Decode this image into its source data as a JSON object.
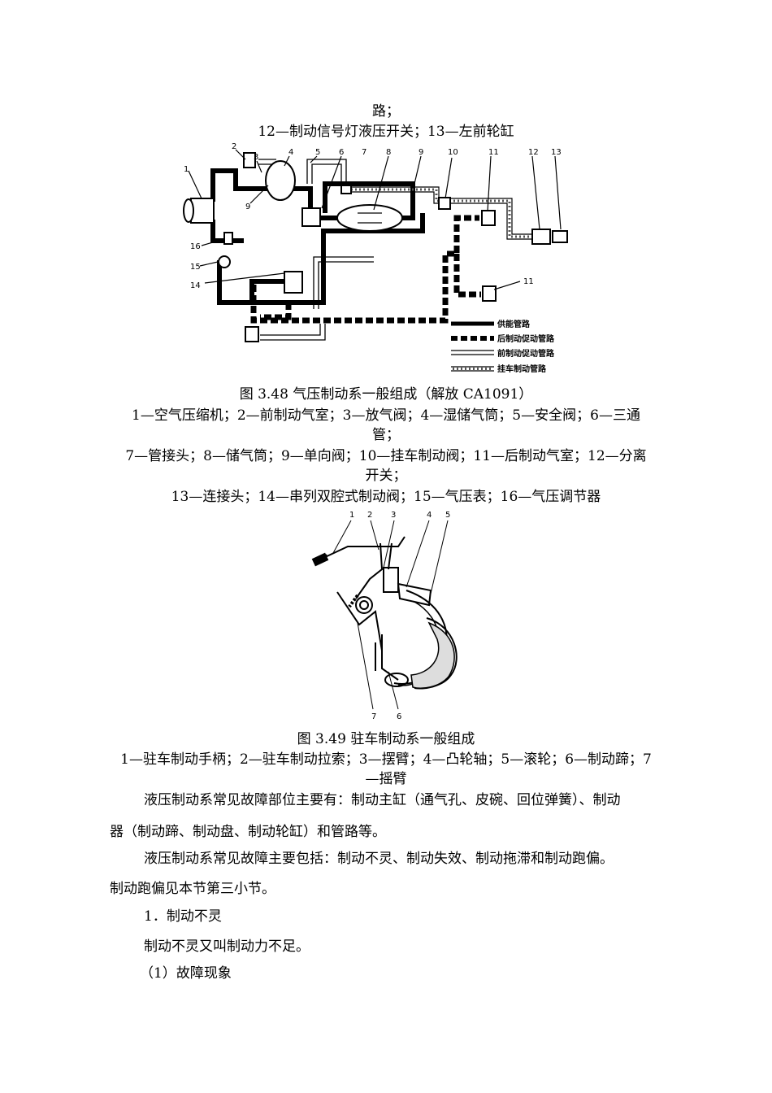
{
  "top_caption": {
    "line1": "路；",
    "line2": "12—制动信号灯液压开关；13—左前轮缸"
  },
  "figure_348": {
    "callouts": [
      "1",
      "2",
      "3",
      "4",
      "5",
      "6",
      "7",
      "8",
      "9",
      "9",
      "10",
      "11",
      "11",
      "12",
      "13",
      "14",
      "15",
      "16"
    ],
    "legend": [
      "供能管路",
      "后制动促动管路",
      "前制动促动管路",
      "挂车制动管路"
    ],
    "caption": "图 3.48  气压制动系一般组成（解放 CA1091）",
    "legend_lines": [
      "1—空气压缩机；2—前制动气室；3—放气阀；4—湿储气筒；5—安全阀；6—三通",
      "管；",
      "7—管接头；8—储气筒；9—单向阀；10—挂车制动阀；11—后制动气室；12—分离",
      "开关；",
      "13—连接头；14—串列双腔式制动阀；15—气压表；16—气压调节器"
    ]
  },
  "figure_349": {
    "callouts": [
      "1",
      "2",
      "3",
      "4",
      "5",
      "7",
      "6"
    ],
    "caption": "图 3.49  驻车制动系一般组成",
    "legend_lines": [
      "1—驻车制动手柄；2—驻车制动拉索；3—摆臂；4—凸轮轴；5—滚轮；6—制动蹄；7",
      "—摇臂"
    ]
  },
  "body": {
    "para1_line1": "液压制动系常见故障部位主要有：制动主缸（通气孔、皮碗、回位弹簧）、制动",
    "para1_line2": "器（制动蹄、制动盘、制动轮缸）和管路等。",
    "para2_line1": "液压制动系常见故障主要包括：制动不灵、制动失效、制动拖滞和制动跑偏。",
    "para2_line2": "制动跑偏见本节第三小节。",
    "heading1": "1．制动不灵",
    "para3": "制动不灵又叫制动力不足。",
    "heading2": "（1）故障现象"
  }
}
